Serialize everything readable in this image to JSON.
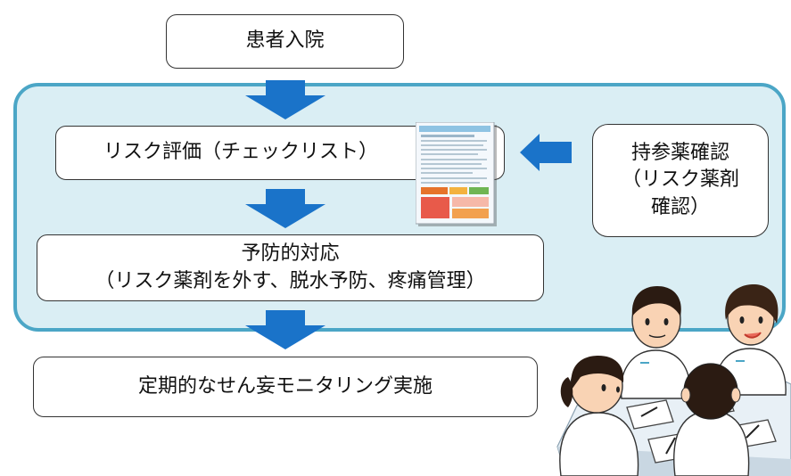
{
  "colors": {
    "panel_fill": "#daeef4",
    "panel_border": "#4ba6c6",
    "arrow": "#1a73c9",
    "box_border": "#333333"
  },
  "steps": {
    "admission": "患者入院",
    "risk_assessment": "リスク評価（チェックリスト）",
    "prevention_title": "予防的対応",
    "prevention_detail": "（リスク薬剤を外す、脱水予防、疼痛管理）",
    "monitoring": "定期的なせん妄モニタリング実施"
  },
  "side_box": {
    "line1": "持参薬確認",
    "line2": "（リスク薬剤",
    "line3": "確認）"
  },
  "icons": {
    "down_arrow": "down-arrow-icon",
    "left_arrow": "left-arrow-icon",
    "checklist": "checklist-document-icon",
    "staff": "nurses-meeting-illustration"
  }
}
